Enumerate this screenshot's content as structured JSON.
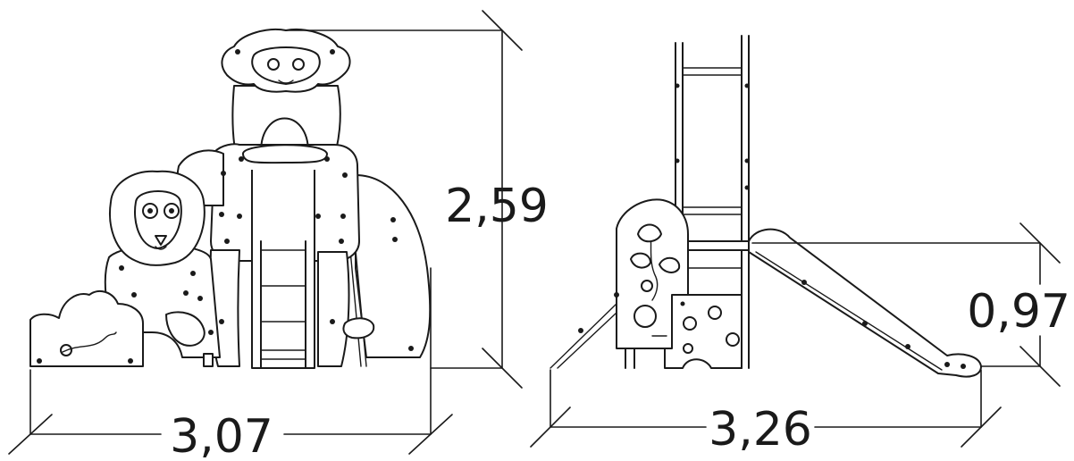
{
  "dimensions": {
    "front_width": "3,07",
    "front_height": "2,59",
    "side_width": "3,26",
    "platform_height": "0,97"
  }
}
